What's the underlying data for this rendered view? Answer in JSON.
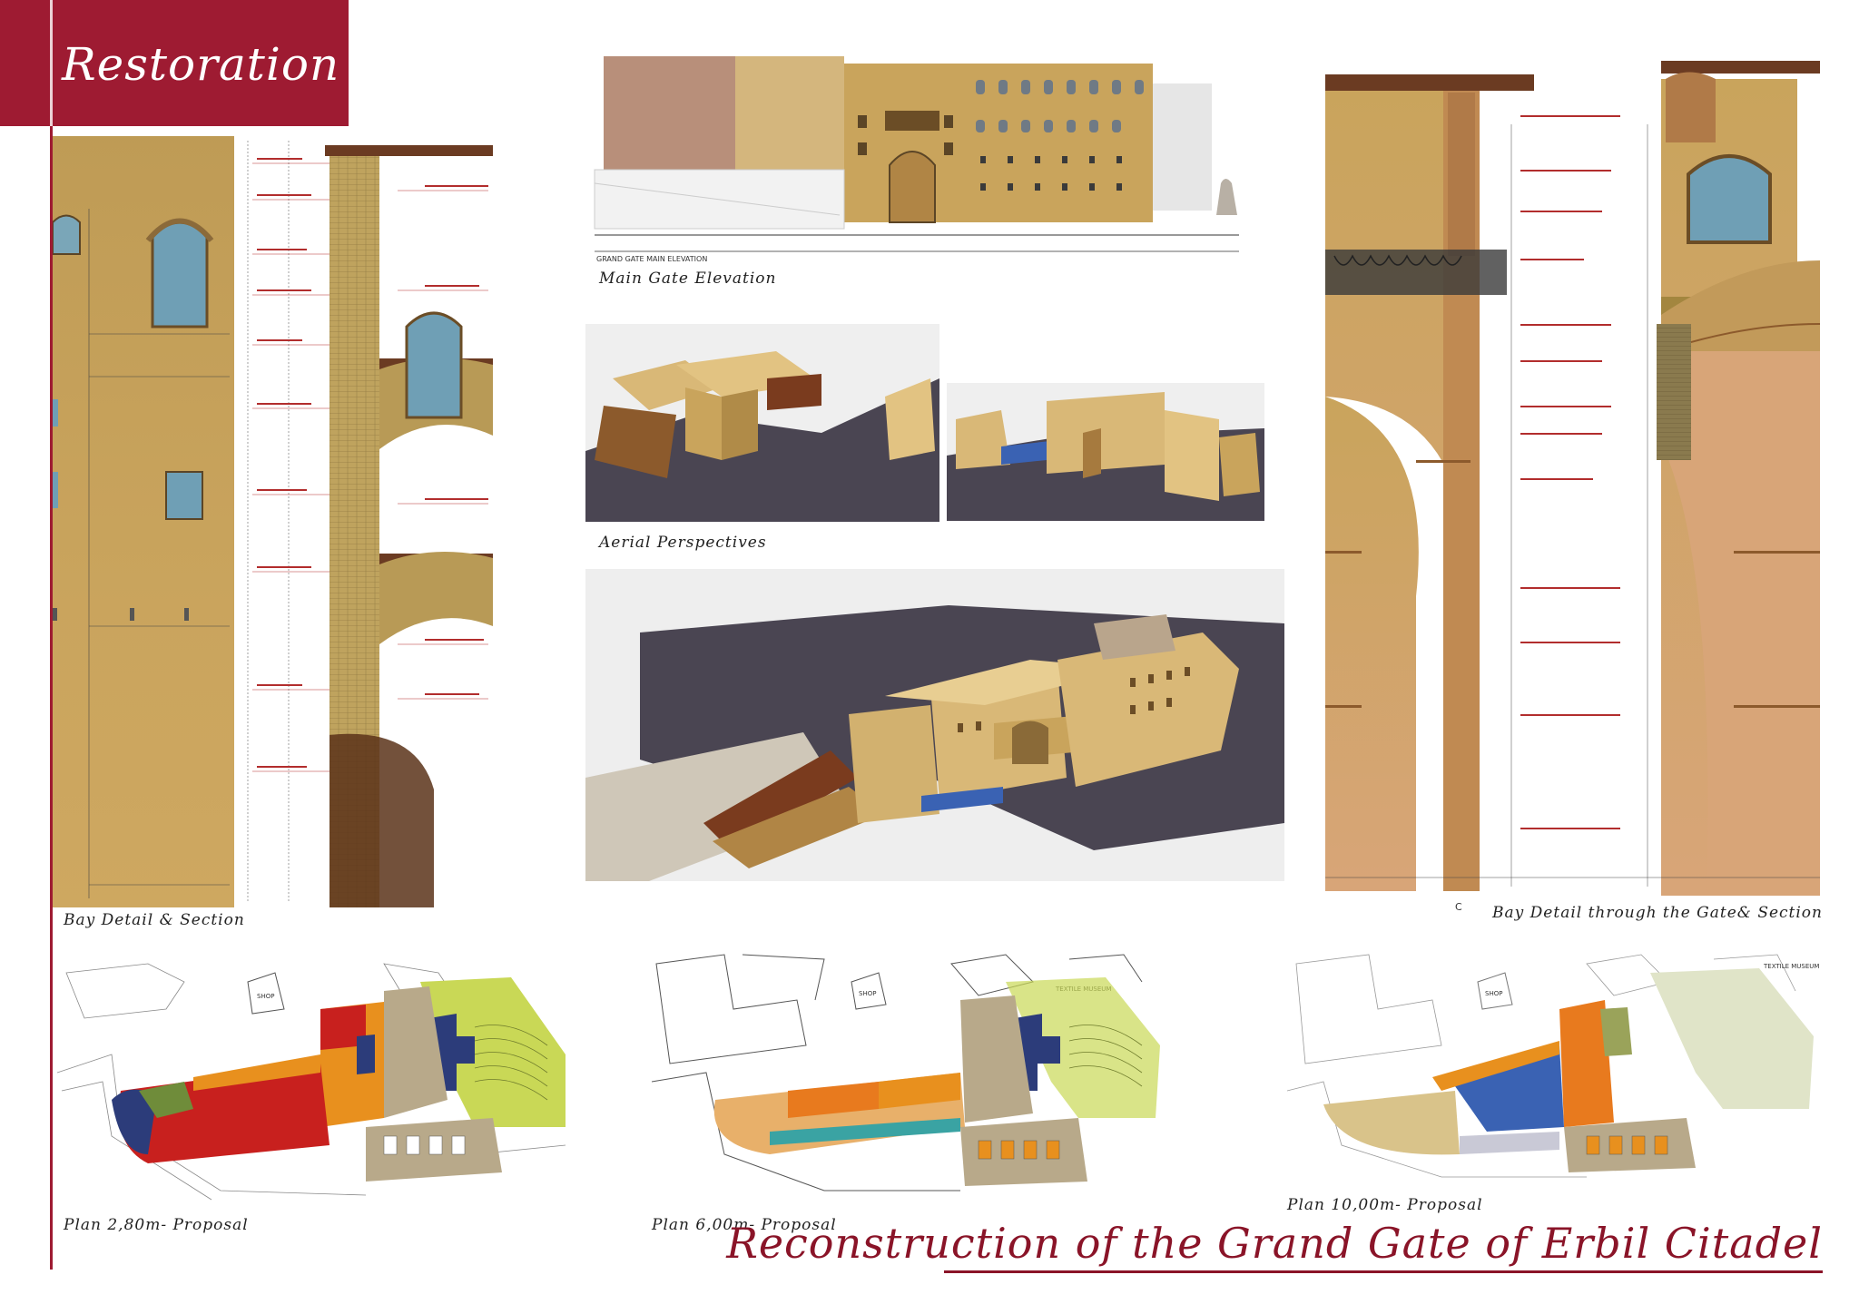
{
  "header": {
    "title": "Restoration"
  },
  "captions": {
    "main_gate_elevation": "Main Gate Elevation",
    "aerial_perspectives": "Aerial Perspectives",
    "bay_detail_section": "Bay Detail & Section",
    "bay_detail_gate_section": "Bay Detail through the Gate& Section",
    "plan_280": "Plan 2,80m- Proposal",
    "plan_600": "Plan 6,00m- Proposal",
    "plan_1000": "Plan 10,00m- Proposal"
  },
  "drawing_labels": {
    "grand_gate_main_elevation": "GRAND GATE MAIN ELEVATION",
    "marker_c": "C",
    "shop": "SHOP",
    "textile_museum": "TEXTILE MUSEUM"
  },
  "main_title": "Reconstruction of the Grand Gate of Erbil Citadel",
  "colors": {
    "accent": "#9e1b32",
    "facade": "#c9a45c",
    "facade_dark": "#a98a45",
    "model_sand": "#d9b877",
    "model_ground": "#4a4552",
    "plan_red": "#c8201e",
    "plan_orange": "#e8901e",
    "plan_green": "#c9d856",
    "plan_blue": "#3a62b3"
  }
}
